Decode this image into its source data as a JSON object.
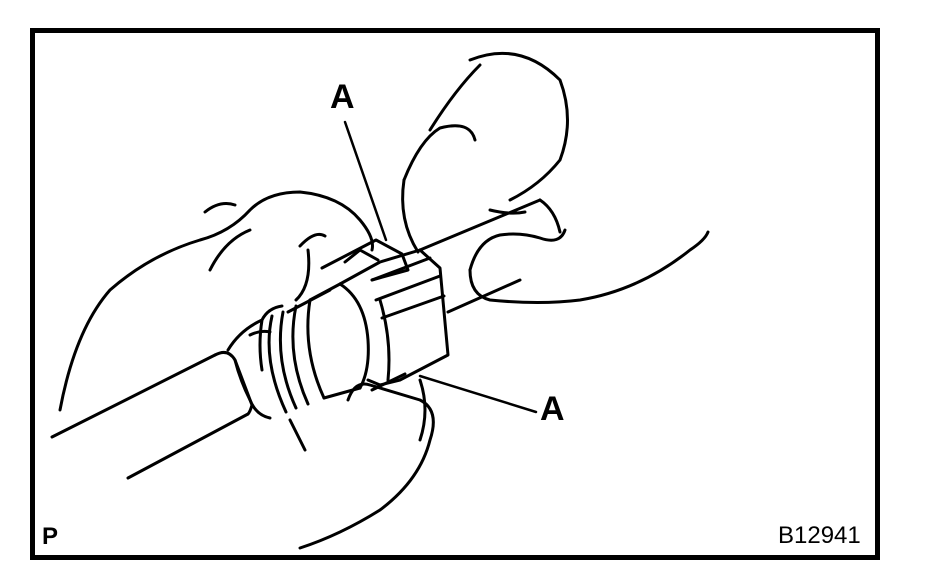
{
  "figure": {
    "corner_mark": "P",
    "figure_id": "B12941",
    "callouts": [
      {
        "label": "A",
        "target": "connector retainer tab (top)"
      },
      {
        "label": "A",
        "target": "connector retainer tab (bottom)"
      }
    ],
    "colors": {
      "line": "#000000",
      "background": "#ffffff"
    }
  }
}
